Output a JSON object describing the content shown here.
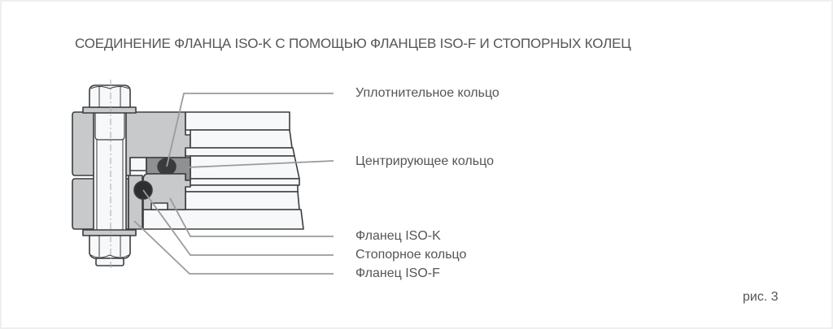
{
  "title": "СОЕДИНЕНИЕ ФЛАНЦА ISO-K С ПОМОЩЬЮ ФЛАНЦЕВ ISO-F И СТОПОРНЫХ КОЛЕЦ",
  "labels": [
    {
      "id": "seal-ring",
      "text": "Уплотнительное кольцо"
    },
    {
      "id": "centering-ring",
      "text": "Центрирующее кольцо"
    },
    {
      "id": "flange-iso-k",
      "text": "Фланец ISO-K"
    },
    {
      "id": "retaining-ring",
      "text": "Стопорное кольцо"
    },
    {
      "id": "flange-iso-f",
      "text": "Фланец ISO-F"
    }
  ],
  "figure_caption": "рис. 3",
  "colors": {
    "flange_fill": "#c8c9ca",
    "seal_fill": "#3a3b3c",
    "centering_fill": "#8e9091",
    "outline": "#3c3d3e",
    "leader": "#9a9b9c",
    "text": "#555555",
    "border": "#efefef"
  }
}
